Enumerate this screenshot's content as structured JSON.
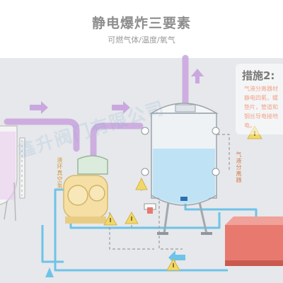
{
  "header": {
    "title": "静电爆炸三要素",
    "subtitle": "可燃气体/温度/氧气"
  },
  "measure_panel": {
    "title": "措施2:",
    "lines": [
      "气液分离器材",
      "静电四氟，螺",
      "垫片，管道和",
      "钢丝导电接地",
      "电。"
    ]
  },
  "labels": {
    "pump": "液环真空泵",
    "separator": "气液分离器"
  },
  "watermark": "鑫升阀门有限公司",
  "colors": {
    "background_grey": "#e6e8eb",
    "pipe_pink": "#c9a3de",
    "pipe_blue": "#6ec3e8",
    "water": "#bfe3f5",
    "warning_yellow": "#f2d86a",
    "accent_orange": "#f3a06a",
    "pump_yellow": "#f5dfa5",
    "tank_red": "#e8796e"
  }
}
